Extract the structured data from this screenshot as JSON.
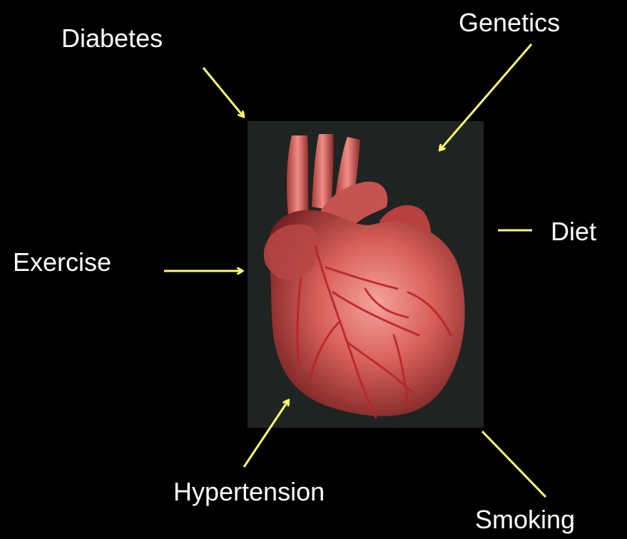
{
  "labels": {
    "diabetes": "Diabetes",
    "genetics": "Genetics",
    "diet": "Diet",
    "exercise": "Exercise",
    "hypertension": "Hypertension",
    "smoking": "Smoking"
  },
  "colors": {
    "background": "#000000",
    "text": "#ffffff",
    "arrow": "#ffff66",
    "photo_background": "#1f2423",
    "heart_base": "#c94a47",
    "heart_highlight": "#f4a39a",
    "heart_shadow": "#6e1c1c",
    "vessels": "#b8252a"
  },
  "image": {
    "subject": "heart-image",
    "icon": "heart-icon"
  }
}
